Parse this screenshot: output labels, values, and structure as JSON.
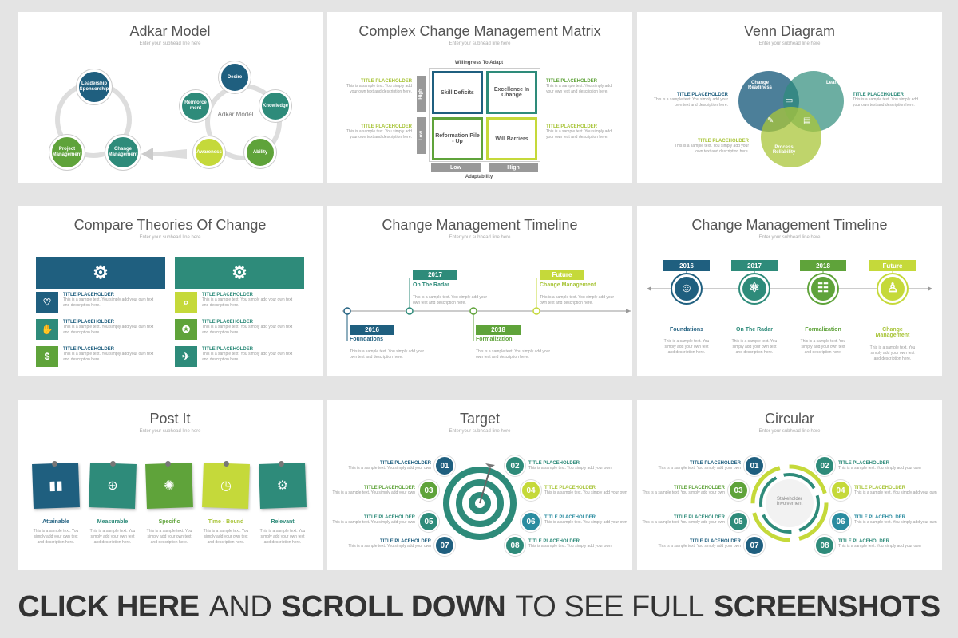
{
  "subhead": "Enter your subhead line here",
  "sample_short": "This is a sample text. You simply add your own text and description here.",
  "sample_line": "This is a sample text. You simply add your own",
  "title_placeholder": "TITLE PLACEHOLDER",
  "colors": {
    "blue": "#1f5f7f",
    "teal": "#2e8b7a",
    "green": "#5fa33a",
    "lime": "#c5d93a",
    "gray": "#9a9a9a"
  },
  "slides": {
    "adkar": {
      "title": "Adkar Model",
      "center": "Adkar Model",
      "nodes": [
        "Leadership Sponsorship",
        "Project Management",
        "Change Management",
        "Desire",
        "Knowledge",
        "Ability",
        "Awareness",
        "Reinforce ment"
      ]
    },
    "matrix": {
      "title": "Complex Change Management Matrix",
      "top_axis": "Willingness To Adapt",
      "bottom_axis": "Adaptability",
      "high": "High",
      "low": "Low",
      "cells": [
        "Skill Deficits",
        "Excellence In Change",
        "Reformation Pile - Up",
        "Will Barriers"
      ]
    },
    "venn": {
      "title": "Venn Diagram",
      "sets": [
        "Change Readiness",
        "Lean",
        "Process Reliability"
      ]
    },
    "compare": {
      "title": "Compare Theories Of Change"
    },
    "timeline1": {
      "title": "Change Management Timeline",
      "items": [
        {
          "year": "2016",
          "label": "Foundations"
        },
        {
          "year": "2017",
          "label": "On The Radar"
        },
        {
          "year": "2018",
          "label": "Formalization"
        },
        {
          "year": "Future",
          "label": "Change Management"
        }
      ],
      "text": "This is a sample text. You simply add your own text and description here."
    },
    "timeline2": {
      "title": "Change Management Timeline",
      "items": [
        {
          "year": "2016",
          "label": "Foundations"
        },
        {
          "year": "2017",
          "label": "On The Radar"
        },
        {
          "year": "2018",
          "label": "Formalization"
        },
        {
          "year": "Future",
          "label": "Change Management"
        }
      ],
      "text": "This is a sample text. You simply add your own text and description here."
    },
    "postit": {
      "title": "Post It",
      "items": [
        "Attainable",
        "Measurable",
        "Specific",
        "Time - Bound",
        "Relevant"
      ],
      "text": "This is a sample text. You simply add your own text and description here."
    },
    "target": {
      "title": "Target",
      "numbers": [
        "01",
        "02",
        "03",
        "04",
        "05",
        "06",
        "07",
        "08"
      ]
    },
    "circular": {
      "title": "Circular",
      "center": "Stakeholder Involvement",
      "numbers": [
        "01",
        "02",
        "03",
        "04",
        "05",
        "06",
        "07",
        "08"
      ]
    }
  },
  "footer": {
    "part1": "CLICK HERE",
    "part2": "AND",
    "part3": "SCROLL DOWN",
    "part4": "TO SEE FULL",
    "part5": "SCREENSHOTS"
  }
}
